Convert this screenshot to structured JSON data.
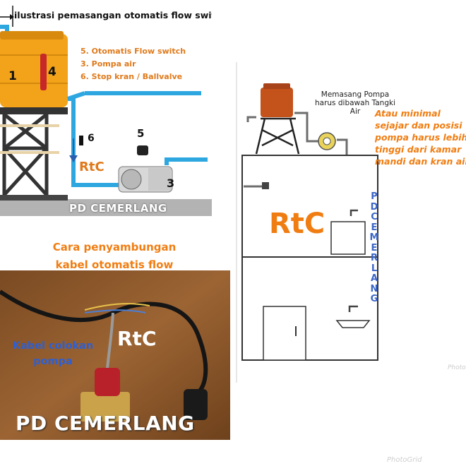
{
  "top_left": {
    "title": "ilustrasi pemasangan otomatis flow switch",
    "legend": [
      "5. Otomatis Flow switch",
      "3. Pompa air",
      "6. Stop kran / Ballvalve"
    ],
    "labels": {
      "n1": "1",
      "n4": "4",
      "n6": "6",
      "n5": "5",
      "n3": "3"
    },
    "brand": "RtC",
    "watermark": "PD CEMERLANG"
  },
  "right": {
    "note": "Memasang Pompa harus dibawah Tangki Air",
    "orange_note": "Atau minimal sejajar dan posisi pompa harus lebih tinggi dari kamar mandi dan kran air",
    "brand": "RtC",
    "vertical_letters": [
      "P",
      "D",
      "C",
      "E",
      "M",
      "E",
      "R",
      "L",
      "A",
      "N",
      "G"
    ],
    "watermark": "Photo"
  },
  "bottom_left": {
    "caption": "Cara penyambungan kabel otomatis flow switch",
    "cable_label": "Kabel colokan pompa",
    "brand": "RtC",
    "watermark": "PD CEMERLANG"
  },
  "footer_watermark": "PhotoGrid",
  "colors": {
    "orange": "#f07d12",
    "pipe": "#2ea7e0",
    "tank": "#f2a31a",
    "blue_text": "#3b66c8"
  }
}
